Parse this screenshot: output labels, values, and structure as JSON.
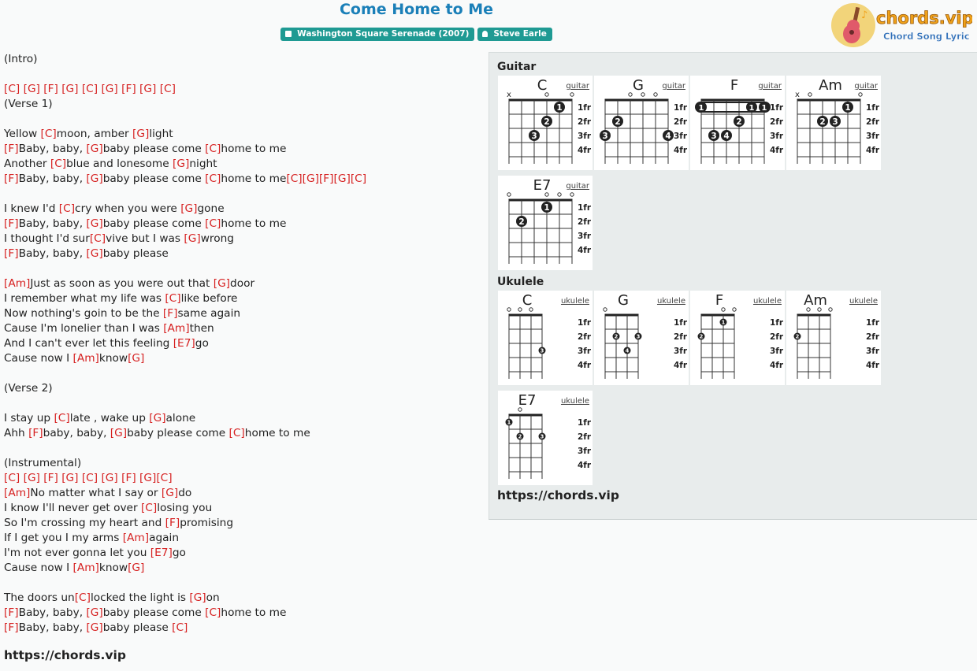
{
  "song_title": "Come Home to Me",
  "album_badge": "Washington Square Serenade (2007)",
  "artist_badge": "Steve Earle",
  "logo": {
    "brand": "chords.vip",
    "tagline": "Chord Song Lyric"
  },
  "lyrics": [
    [
      {
        "t": "(Intro)"
      }
    ],
    [],
    [
      {
        "c": "[C]"
      },
      {
        "t": " "
      },
      {
        "c": "[G]"
      },
      {
        "t": " "
      },
      {
        "c": "[F]"
      },
      {
        "t": " "
      },
      {
        "c": "[G]"
      },
      {
        "t": " "
      },
      {
        "c": "[C]"
      },
      {
        "t": " "
      },
      {
        "c": "[G]"
      },
      {
        "t": " "
      },
      {
        "c": "[F]"
      },
      {
        "t": " "
      },
      {
        "c": "[G]"
      },
      {
        "t": " "
      },
      {
        "c": "[C]"
      }
    ],
    [
      {
        "t": "(Verse 1)"
      }
    ],
    [],
    [
      {
        "t": "Yellow "
      },
      {
        "c": "[C]"
      },
      {
        "t": "moon, amber "
      },
      {
        "c": "[G]"
      },
      {
        "t": "light"
      }
    ],
    [
      {
        "c": "[F]"
      },
      {
        "t": "Baby, baby, "
      },
      {
        "c": "[G]"
      },
      {
        "t": "baby please come "
      },
      {
        "c": "[C]"
      },
      {
        "t": "home to me"
      }
    ],
    [
      {
        "t": "Another "
      },
      {
        "c": "[C]"
      },
      {
        "t": "blue and lonesome "
      },
      {
        "c": "[G]"
      },
      {
        "t": "night"
      }
    ],
    [
      {
        "c": "[F]"
      },
      {
        "t": "Baby, baby, "
      },
      {
        "c": "[G]"
      },
      {
        "t": "baby please come "
      },
      {
        "c": "[C]"
      },
      {
        "t": "home to me"
      },
      {
        "c": "[C]"
      },
      {
        "c": "[G]"
      },
      {
        "c": "[F]"
      },
      {
        "c": "[G]"
      },
      {
        "c": "[C]"
      }
    ],
    [],
    [
      {
        "t": "I knew I'd "
      },
      {
        "c": "[C]"
      },
      {
        "t": "cry when you were "
      },
      {
        "c": "[G]"
      },
      {
        "t": "gone"
      }
    ],
    [
      {
        "c": "[F]"
      },
      {
        "t": "Baby, baby, "
      },
      {
        "c": "[G]"
      },
      {
        "t": "baby please come "
      },
      {
        "c": "[C]"
      },
      {
        "t": "home to me"
      }
    ],
    [
      {
        "t": "I thought I'd sur"
      },
      {
        "c": "[C]"
      },
      {
        "t": "vive but I was "
      },
      {
        "c": "[G]"
      },
      {
        "t": "wrong"
      }
    ],
    [
      {
        "c": "[F]"
      },
      {
        "t": "Baby, baby, "
      },
      {
        "c": "[G]"
      },
      {
        "t": "baby please"
      }
    ],
    [],
    [
      {
        "c": "[Am]"
      },
      {
        "t": "Just as soon as you were out that "
      },
      {
        "c": "[G]"
      },
      {
        "t": "door"
      }
    ],
    [
      {
        "t": "I remember what my life was "
      },
      {
        "c": "[C]"
      },
      {
        "t": "like before"
      }
    ],
    [
      {
        "t": "Now nothing's goin to be the "
      },
      {
        "c": "[F]"
      },
      {
        "t": "same again"
      }
    ],
    [
      {
        "t": "Cause I'm lonelier than I was "
      },
      {
        "c": "[Am]"
      },
      {
        "t": "then"
      }
    ],
    [
      {
        "t": "And I can't ever let this feeling "
      },
      {
        "c": "[E7]"
      },
      {
        "t": "go"
      }
    ],
    [
      {
        "t": "Cause now I "
      },
      {
        "c": "[Am]"
      },
      {
        "t": "know"
      },
      {
        "c": "[G]"
      }
    ],
    [],
    [
      {
        "t": "(Verse 2)"
      }
    ],
    [],
    [
      {
        "t": "I stay up "
      },
      {
        "c": "[C]"
      },
      {
        "t": "late , wake up "
      },
      {
        "c": "[G]"
      },
      {
        "t": "alone"
      }
    ],
    [
      {
        "t": "Ahh "
      },
      {
        "c": "[F]"
      },
      {
        "t": "baby, baby, "
      },
      {
        "c": "[G]"
      },
      {
        "t": "baby please come "
      },
      {
        "c": "[C]"
      },
      {
        "t": "home to me"
      }
    ],
    [],
    [
      {
        "t": "(Instrumental)"
      }
    ],
    [
      {
        "c": "[C]"
      },
      {
        "t": " "
      },
      {
        "c": "[G]"
      },
      {
        "t": " "
      },
      {
        "c": "[F]"
      },
      {
        "t": " "
      },
      {
        "c": "[G]"
      },
      {
        "t": " "
      },
      {
        "c": "[C]"
      },
      {
        "t": " "
      },
      {
        "c": "[G]"
      },
      {
        "t": " "
      },
      {
        "c": "[F]"
      },
      {
        "t": " "
      },
      {
        "c": "[G]"
      },
      {
        "c": "[C]"
      }
    ],
    [
      {
        "c": "[Am]"
      },
      {
        "t": "No matter what I say or "
      },
      {
        "c": "[G]"
      },
      {
        "t": "do"
      }
    ],
    [
      {
        "t": "I know I'll never get over "
      },
      {
        "c": "[C]"
      },
      {
        "t": "losing you"
      }
    ],
    [
      {
        "t": "So I'm crossing my heart and "
      },
      {
        "c": "[F]"
      },
      {
        "t": "promising"
      }
    ],
    [
      {
        "t": "If I get you I my arms "
      },
      {
        "c": "[Am]"
      },
      {
        "t": "again"
      }
    ],
    [
      {
        "t": "I'm not ever gonna let you "
      },
      {
        "c": "[E7]"
      },
      {
        "t": "go"
      }
    ],
    [
      {
        "t": "Cause now I "
      },
      {
        "c": "[Am]"
      },
      {
        "t": "know"
      },
      {
        "c": "[G]"
      }
    ],
    [],
    [
      {
        "t": "The doors un"
      },
      {
        "c": "[C]"
      },
      {
        "t": "locked the light is "
      },
      {
        "c": "[G]"
      },
      {
        "t": "on"
      }
    ],
    [
      {
        "c": "[F]"
      },
      {
        "t": "Baby, baby, "
      },
      {
        "c": "[G]"
      },
      {
        "t": "baby please come "
      },
      {
        "c": "[C]"
      },
      {
        "t": "home to me"
      }
    ],
    [
      {
        "c": "[F]"
      },
      {
        "t": "Baby, baby, "
      },
      {
        "c": "[G]"
      },
      {
        "t": "baby please "
      },
      {
        "c": "[C]"
      }
    ]
  ],
  "site_url": "https://chords.vip",
  "fret_labels": [
    "1fr",
    "2fr",
    "3fr",
    "4fr"
  ],
  "guitar": {
    "heading": "Guitar",
    "link": "guitar",
    "chords": [
      {
        "name": "C",
        "markers": [
          "x",
          "",
          "",
          "o",
          "",
          "o"
        ],
        "dots": [
          {
            "s": 4,
            "f": 1,
            "n": "1"
          },
          {
            "s": 3,
            "f": 2,
            "n": "2"
          },
          {
            "s": 2,
            "f": 3,
            "n": "3"
          }
        ],
        "barre": null
      },
      {
        "name": "G",
        "markers": [
          "",
          "",
          "o",
          "o",
          "o",
          ""
        ],
        "dots": [
          {
            "s": 1,
            "f": 2,
            "n": "2"
          },
          {
            "s": 0,
            "f": 3,
            "n": "3"
          },
          {
            "s": 5,
            "f": 3,
            "n": "4"
          }
        ],
        "barre": null
      },
      {
        "name": "F",
        "markers": [
          "",
          "",
          "",
          "",
          "",
          ""
        ],
        "dots": [
          {
            "s": 3,
            "f": 2,
            "n": "2"
          },
          {
            "s": 1,
            "f": 3,
            "n": "3"
          },
          {
            "s": 2,
            "f": 3,
            "n": "4"
          }
        ],
        "barre": {
          "f": 1,
          "n": "1"
        }
      },
      {
        "name": "Am",
        "markers": [
          "x",
          "o",
          "",
          "",
          "",
          "o"
        ],
        "dots": [
          {
            "s": 4,
            "f": 1,
            "n": "1"
          },
          {
            "s": 2,
            "f": 2,
            "n": "2"
          },
          {
            "s": 3,
            "f": 2,
            "n": "3"
          }
        ],
        "barre": null
      },
      {
        "name": "E7",
        "markers": [
          "o",
          "",
          "",
          "o",
          "o",
          "o"
        ],
        "dots": [
          {
            "s": 3,
            "f": 1,
            "n": "1"
          },
          {
            "s": 1,
            "f": 2,
            "n": "2"
          }
        ],
        "barre": null
      }
    ]
  },
  "ukulele": {
    "heading": "Ukulele",
    "link": "ukulele",
    "chords": [
      {
        "name": "C",
        "markers": [
          "o",
          "o",
          "o",
          ""
        ],
        "dots": [
          {
            "s": 3,
            "f": 3,
            "n": "3"
          }
        ],
        "barre": null
      },
      {
        "name": "G",
        "markers": [
          "o",
          "",
          "",
          ""
        ],
        "dots": [
          {
            "s": 1,
            "f": 2,
            "n": "2"
          },
          {
            "s": 3,
            "f": 2,
            "n": "3"
          },
          {
            "s": 2,
            "f": 3,
            "n": "4"
          }
        ],
        "barre": null
      },
      {
        "name": "F",
        "markers": [
          "",
          "",
          "o",
          "o"
        ],
        "dots": [
          {
            "s": 0,
            "f": 2,
            "n": "2"
          },
          {
            "s": 2,
            "f": 1,
            "n": "1"
          }
        ],
        "barre": null
      },
      {
        "name": "Am",
        "markers": [
          "",
          "o",
          "o",
          "o"
        ],
        "dots": [
          {
            "s": 0,
            "f": 2,
            "n": "2"
          }
        ],
        "barre": null
      },
      {
        "name": "E7",
        "markers": [
          "",
          "o",
          "",
          ""
        ],
        "dots": [
          {
            "s": 0,
            "f": 1,
            "n": "1"
          },
          {
            "s": 1,
            "f": 2,
            "n": "2"
          },
          {
            "s": 3,
            "f": 2,
            "n": "3"
          }
        ],
        "barre": null
      }
    ]
  },
  "colors": {
    "title": "#1a7fb8",
    "badge": "#1f9a93",
    "chord": "#d62020",
    "logo_orange": "#f0a21a",
    "logo_blue": "#2f6fb8"
  }
}
